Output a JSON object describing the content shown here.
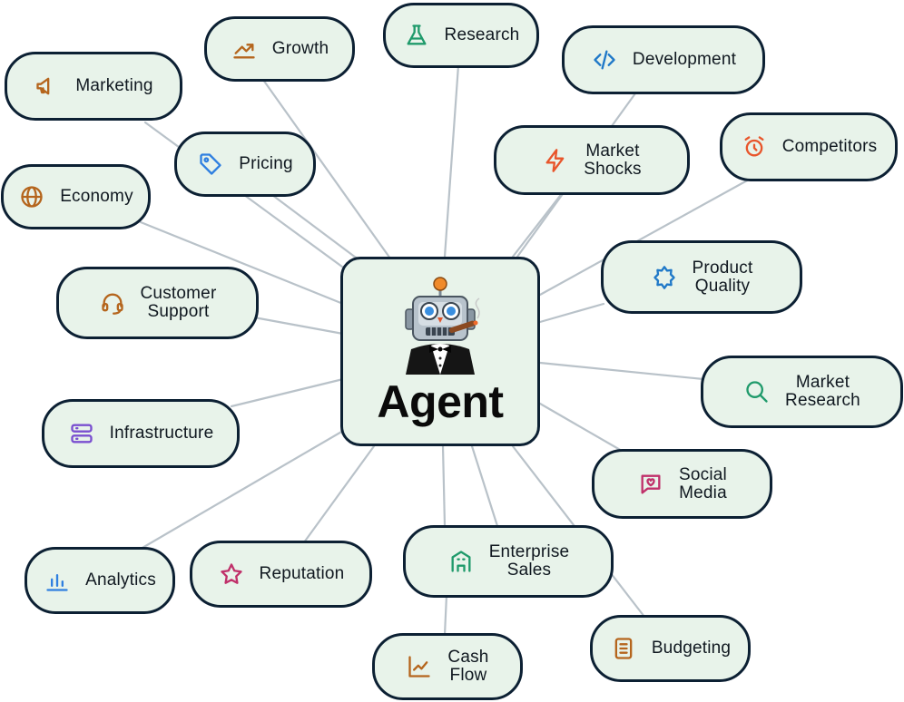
{
  "center": {
    "label": "Agent",
    "icon": "robot-in-tuxedo-with-cigar-icon"
  },
  "nodes": [
    {
      "id": "marketing",
      "label": "Marketing",
      "icon": "megaphone-icon",
      "color": "#b5651d"
    },
    {
      "id": "growth",
      "label": "Growth",
      "icon": "trending-up-icon",
      "color": "#b5651d"
    },
    {
      "id": "research",
      "label": "Research",
      "icon": "flask-icon",
      "color": "#1f9a6b"
    },
    {
      "id": "development",
      "label": "Development",
      "icon": "code-icon",
      "color": "#1f78c8"
    },
    {
      "id": "pricing",
      "label": "Pricing",
      "icon": "tag-icon",
      "color": "#2f7fe0"
    },
    {
      "id": "market_shocks",
      "label": "Market\nShocks",
      "icon": "lightning-icon",
      "color": "#e8552b"
    },
    {
      "id": "competitors",
      "label": "Competitors",
      "icon": "alarm-clock-icon",
      "color": "#e8552b"
    },
    {
      "id": "economy",
      "label": "Economy",
      "icon": "globe-icon",
      "color": "#b5651d"
    },
    {
      "id": "product_quality",
      "label": "Product\nQuality",
      "icon": "star-badge-icon",
      "color": "#1f78c8"
    },
    {
      "id": "customer_support",
      "label": "Customer\nSupport",
      "icon": "headset-icon",
      "color": "#b5651d"
    },
    {
      "id": "market_research",
      "label": "Market\nResearch",
      "icon": "search-icon",
      "color": "#1f9a6b"
    },
    {
      "id": "infrastructure",
      "label": "Infrastructure",
      "icon": "server-icon",
      "color": "#7a4fd0"
    },
    {
      "id": "social_media",
      "label": "Social\nMedia",
      "icon": "chat-heart-icon",
      "color": "#c0306a"
    },
    {
      "id": "analytics",
      "label": "Analytics",
      "icon": "bar-chart-icon",
      "color": "#2f7fe0"
    },
    {
      "id": "reputation",
      "label": "Reputation",
      "icon": "star-icon",
      "color": "#c0306a"
    },
    {
      "id": "enterprise_sales",
      "label": "Enterprise\nSales",
      "icon": "building-icon",
      "color": "#1f9a6b"
    },
    {
      "id": "cash_flow",
      "label": "Cash\nFlow",
      "icon": "line-chart-icon",
      "color": "#b5651d"
    },
    {
      "id": "budgeting",
      "label": "Budgeting",
      "icon": "ledger-icon",
      "color": "#b5651d"
    }
  ]
}
